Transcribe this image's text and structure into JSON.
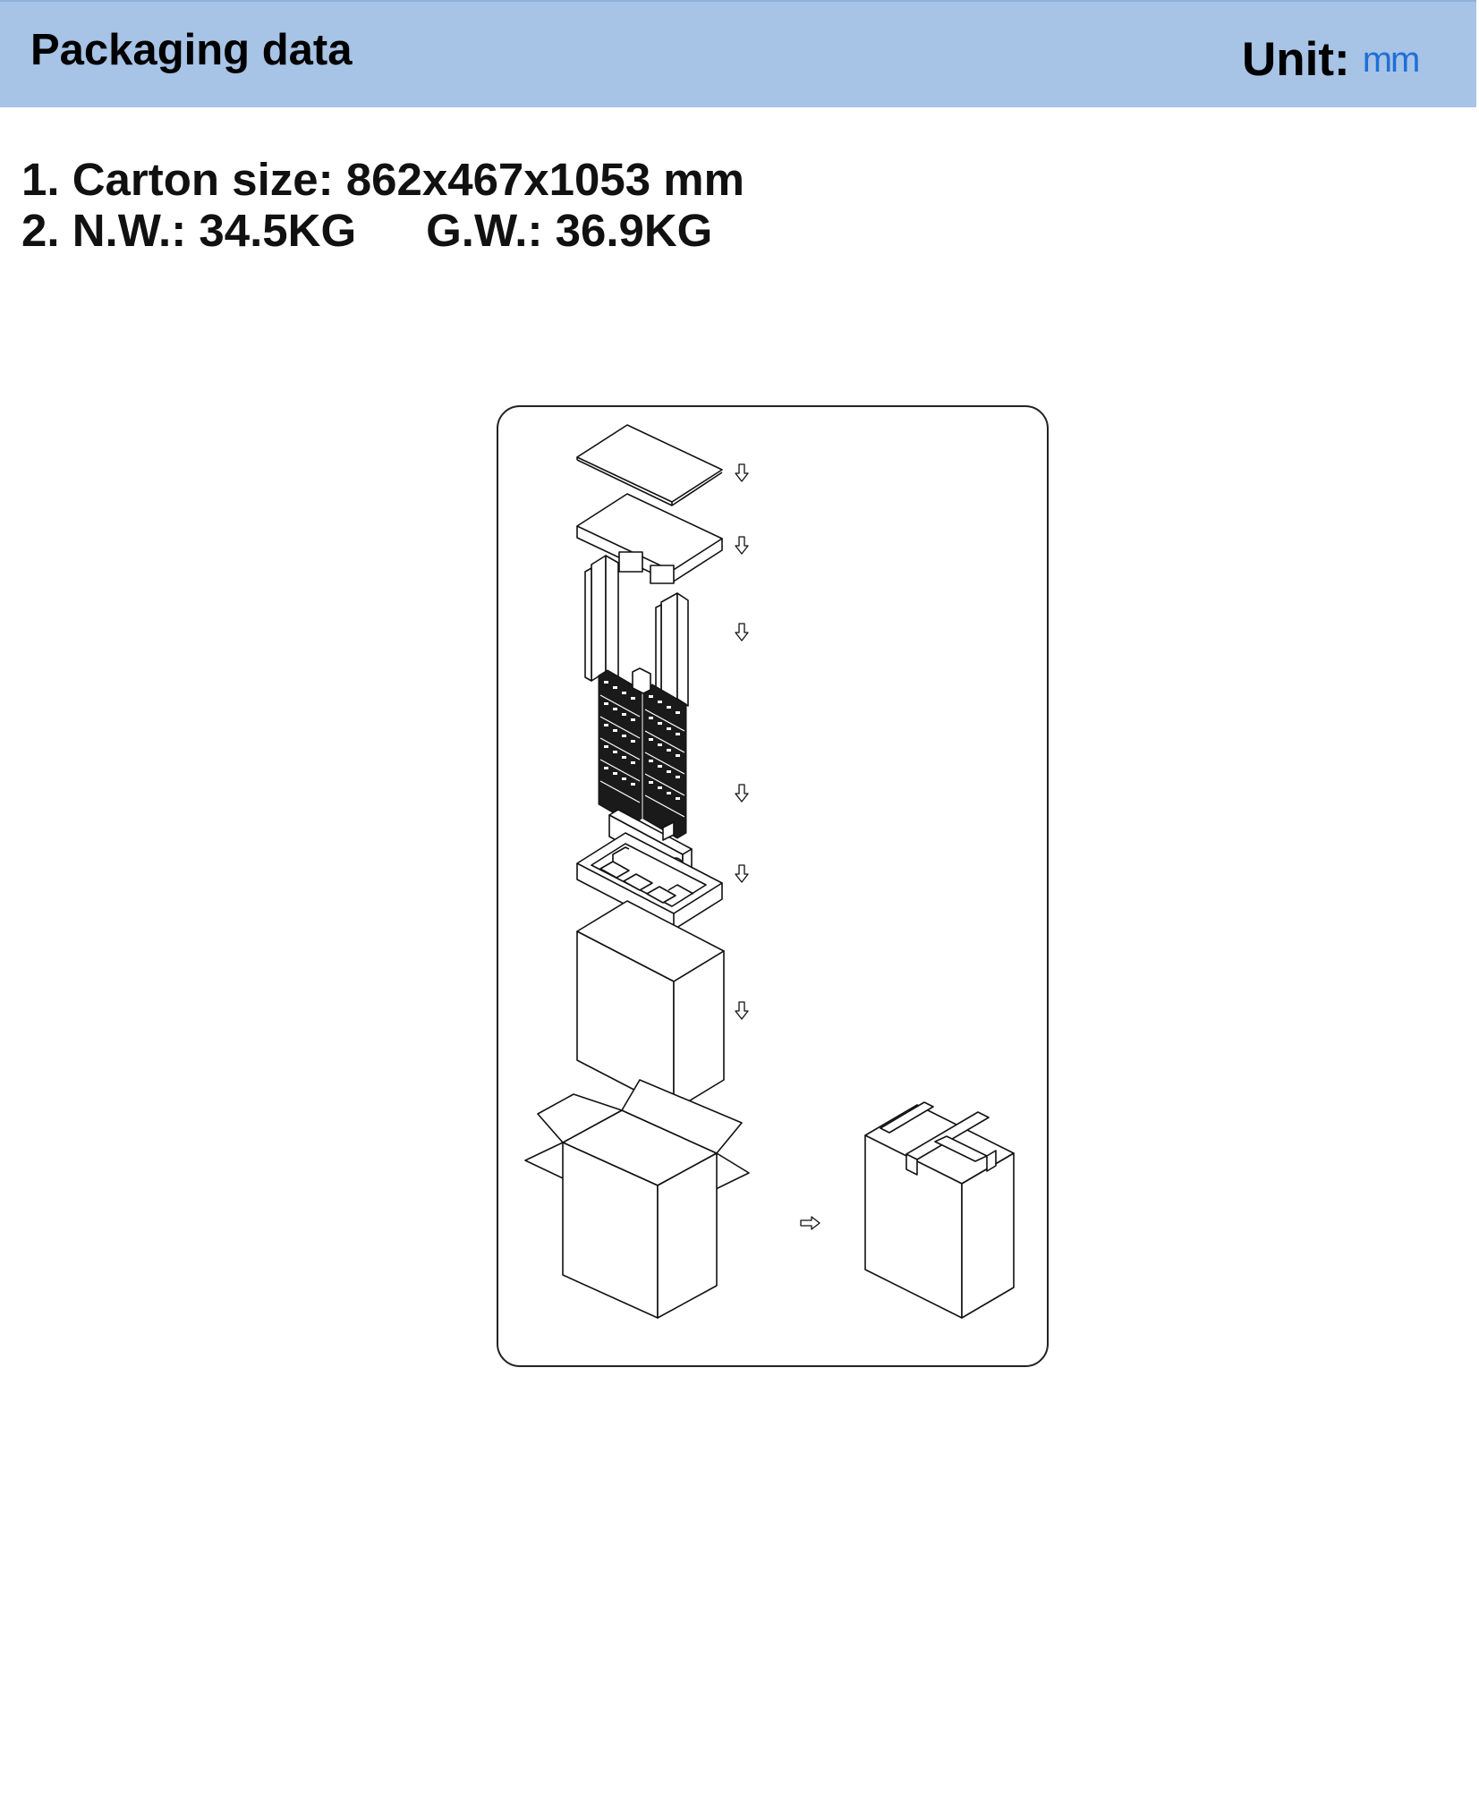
{
  "header": {
    "title": "Packaging data",
    "unit_label": "Unit:",
    "unit_value": "mm"
  },
  "specs": {
    "line1": "1. Carton size: 862x467x1053 mm",
    "nw": "2. N.W.: 34.5KG",
    "gw": "G.W.: 36.9KG"
  },
  "colors": {
    "header_bg": "#a7c3e5",
    "unit_value": "#1e6fd6"
  },
  "drawing": {
    "steps": [
      "top-cover-sheet",
      "top-foam-cap",
      "side-corner-supports",
      "product-assembly",
      "bottom-foam-tray",
      "inner-carton",
      "open-outer-carton",
      "sealed-outer-carton"
    ]
  }
}
